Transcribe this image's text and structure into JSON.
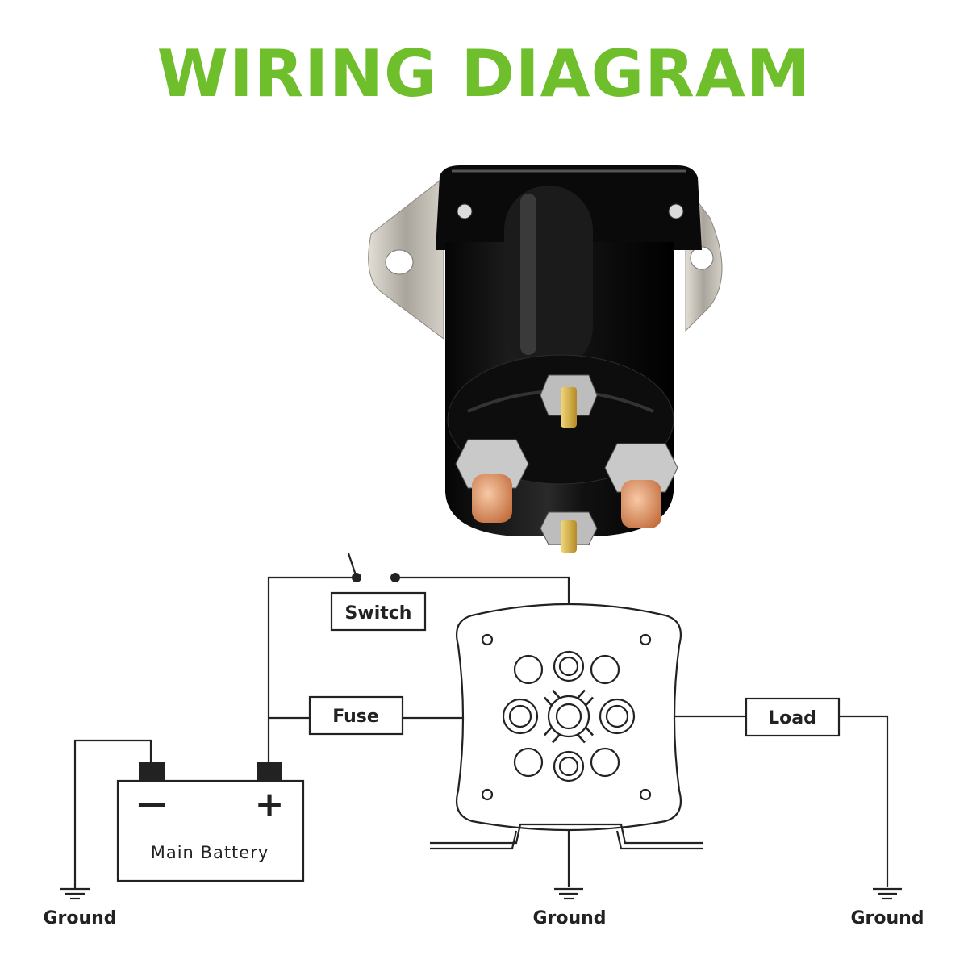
{
  "title": "WIRING DIAGRAM",
  "colors": {
    "title": "#6fbe2b",
    "line": "#222222",
    "solenoid_body": "#0b0b0b",
    "bracket": "#bdb8b0",
    "copper": "#e09a6e",
    "brass": "#d7b24a"
  },
  "labels": {
    "switch": "Switch",
    "fuse": "Fuse",
    "load": "Load",
    "battery": "Main Battery",
    "battery_neg": "—",
    "battery_pos": "+",
    "ground_left": "Ground",
    "ground_center": "Ground",
    "ground_right": "Ground"
  },
  "icons": {
    "product": "solenoid-photo-icon",
    "switch": "switch-open-icon",
    "ground": "ground-symbol-icon"
  }
}
